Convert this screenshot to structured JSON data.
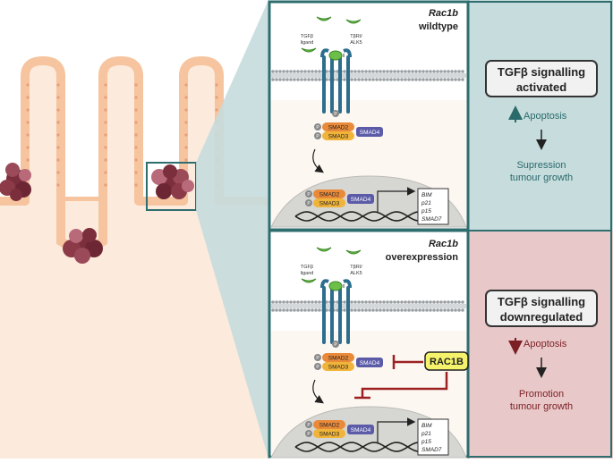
{
  "colors": {
    "tissue": "#f6c49e",
    "tissue_light": "#fcebdc",
    "crypt_dot": "#e8a079",
    "tumour": "#7b2e3c",
    "tumour_light": "#b8697a",
    "teal_panel": "#c7dcdd",
    "teal_border": "#2f6d6e",
    "pink_panel": "#e8c8c9",
    "pink_text": "#7c1f24",
    "teal_text": "#2a6a6b",
    "smad2": "#e98a3a",
    "smad3": "#f1b43a",
    "smad4": "#5b5ba8",
    "receptor": "#2d6e8e",
    "tgfb": "#6cc04a",
    "rac1b": "#f4f36b",
    "inhibit": "#9b2121"
  },
  "top_panel": {
    "title_gene": "Rac1b",
    "title_state": "wildtype",
    "ligand_label": "TGFβ ligand",
    "receptor_label_1": "TβRI/ ALK5",
    "receptor_label_2": "TβRII",
    "smad2": "SMAD2",
    "smad3": "SMAD3",
    "smad4": "SMAD4",
    "phospho": "P",
    "genes": [
      "BIM",
      "p21",
      "p15",
      "SMAD7"
    ],
    "status": "TGFβ signalling activated",
    "apoptosis": "Apoptosis",
    "outcome": "Supression tumour growth"
  },
  "bottom_panel": {
    "title_gene": "Rac1b",
    "title_state": "overexpression",
    "ligand_label": "TGFβ ligand",
    "receptor_label_1": "TβRI/ ALK5",
    "receptor_label_2": "TβRII",
    "smad2": "SMAD2",
    "smad3": "SMAD3",
    "smad4": "SMAD4",
    "phospho": "P",
    "rac1b": "RAC1B",
    "genes": [
      "BIM",
      "p21",
      "p15",
      "SMAD7"
    ],
    "status": "TGFβ signalling downregulated",
    "apoptosis": "Apoptosis",
    "outcome": "Promotion tumour growth"
  }
}
